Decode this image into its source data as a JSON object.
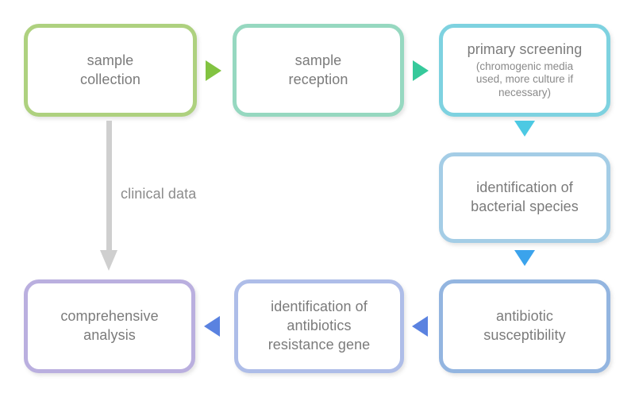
{
  "diagram": {
    "title": "clinical microbiology workflow flowchart",
    "nodes": [
      {
        "id": "sample-collection",
        "label": "sample\ncollection",
        "sub": "",
        "border_color": "#aed17f"
      },
      {
        "id": "sample-reception",
        "label": "sample\nreception",
        "sub": "",
        "border_color": "#96d8c0"
      },
      {
        "id": "primary-screening",
        "label": "primary screening",
        "sub": "(chromogenic media\nused, more culture if\nnecessary)",
        "border_color": "#7ed2e0"
      },
      {
        "id": "bacterial-species",
        "label": "identification of\nbacterial species",
        "sub": "",
        "border_color": "#a4cde6"
      },
      {
        "id": "antibiotic-susceptibility",
        "label": "antibiotic\nsusceptibility",
        "sub": "",
        "border_color": "#93b5e0"
      },
      {
        "id": "resistance-gene",
        "label": "identification of\nantibiotics\nresistance gene",
        "sub": "",
        "border_color": "#aebde8"
      },
      {
        "id": "comprehensive-analysis",
        "label": "comprehensive\nanalysis",
        "sub": "",
        "border_color": "#baafdf"
      }
    ],
    "connectors": [
      {
        "id": "collection-to-reception",
        "direction": "right",
        "color": "#82c341"
      },
      {
        "id": "reception-to-screening",
        "direction": "right",
        "color": "#36c99b"
      },
      {
        "id": "screening-to-species",
        "direction": "down",
        "color": "#4cc9e3"
      },
      {
        "id": "species-to-antibiotic",
        "direction": "down",
        "color": "#3ba3ec"
      },
      {
        "id": "antibiotic-to-gene",
        "direction": "left",
        "color": "#5a82e0"
      },
      {
        "id": "gene-to-comprehensive",
        "direction": "left",
        "color": "#5a82e0"
      },
      {
        "id": "collection-to-comprehensive",
        "direction": "down",
        "color": "#cfcfcf",
        "label": "clinical data"
      }
    ]
  },
  "labels": {
    "sample_collection": "sample\ncollection",
    "sample_reception": "sample\nreception",
    "primary_screening_main": "primary screening",
    "primary_screening_sub": "(chromogenic media\nused, more culture if\nnecessary)",
    "bacterial_species": "identification of\nbacterial species",
    "antibiotic_susceptibility": "antibiotic\nsusceptibility",
    "resistance_gene": "identification of\nantibiotics\nresistance gene",
    "comprehensive_analysis": "comprehensive\nanalysis",
    "clinical_data": "clinical data"
  }
}
